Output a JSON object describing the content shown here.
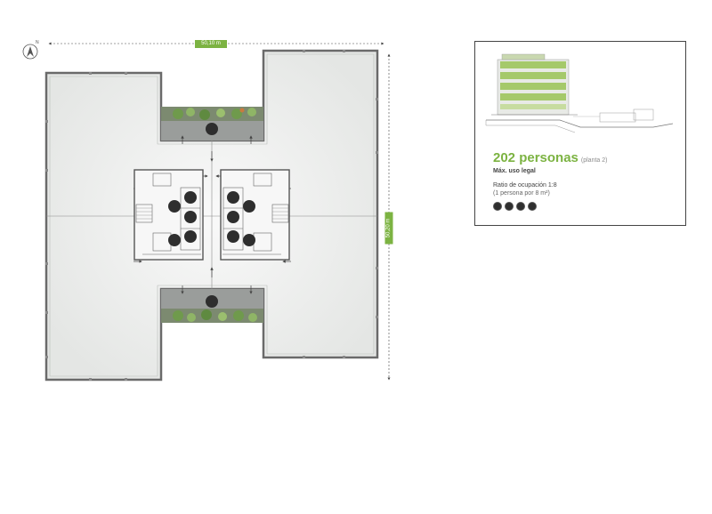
{
  "plan": {
    "width_dimension": "50,10 m",
    "height_dimension": "50,20 m",
    "north_label": "N"
  },
  "info_card": {
    "capacity_value": "202 personas",
    "capacity_note": "(planta 2)",
    "legal_use": "Máx. uso legal",
    "ratio_title": "Ratio de ocupación 1:8",
    "ratio_note": "(1 persona por 8 m²)",
    "amenities": [
      "lift-icon",
      "toilet-icon",
      "stairs-icon",
      "car-icon"
    ]
  },
  "colors": {
    "accent_green": "#7cb342",
    "facade_green": "#a5c96a",
    "floor_fill": "#f0f1f0",
    "wall": "#707070"
  }
}
